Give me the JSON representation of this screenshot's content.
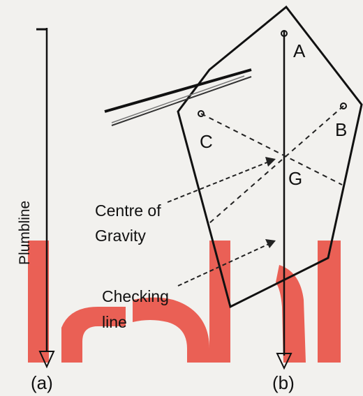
{
  "figure": {
    "part_a": {
      "caption": "(a)",
      "vertical_label": "Plumbline"
    },
    "part_b": {
      "caption": "(b)",
      "points": {
        "a": "A",
        "b": "B",
        "c": "C",
        "g": "G"
      },
      "annotations": {
        "centre_of_gravity": [
          "Centre of",
          "Gravity"
        ],
        "checking_line": [
          "Checking",
          "line"
        ]
      }
    },
    "watermark_colors": [
      "#e23a2f",
      "#f06a5a"
    ]
  }
}
